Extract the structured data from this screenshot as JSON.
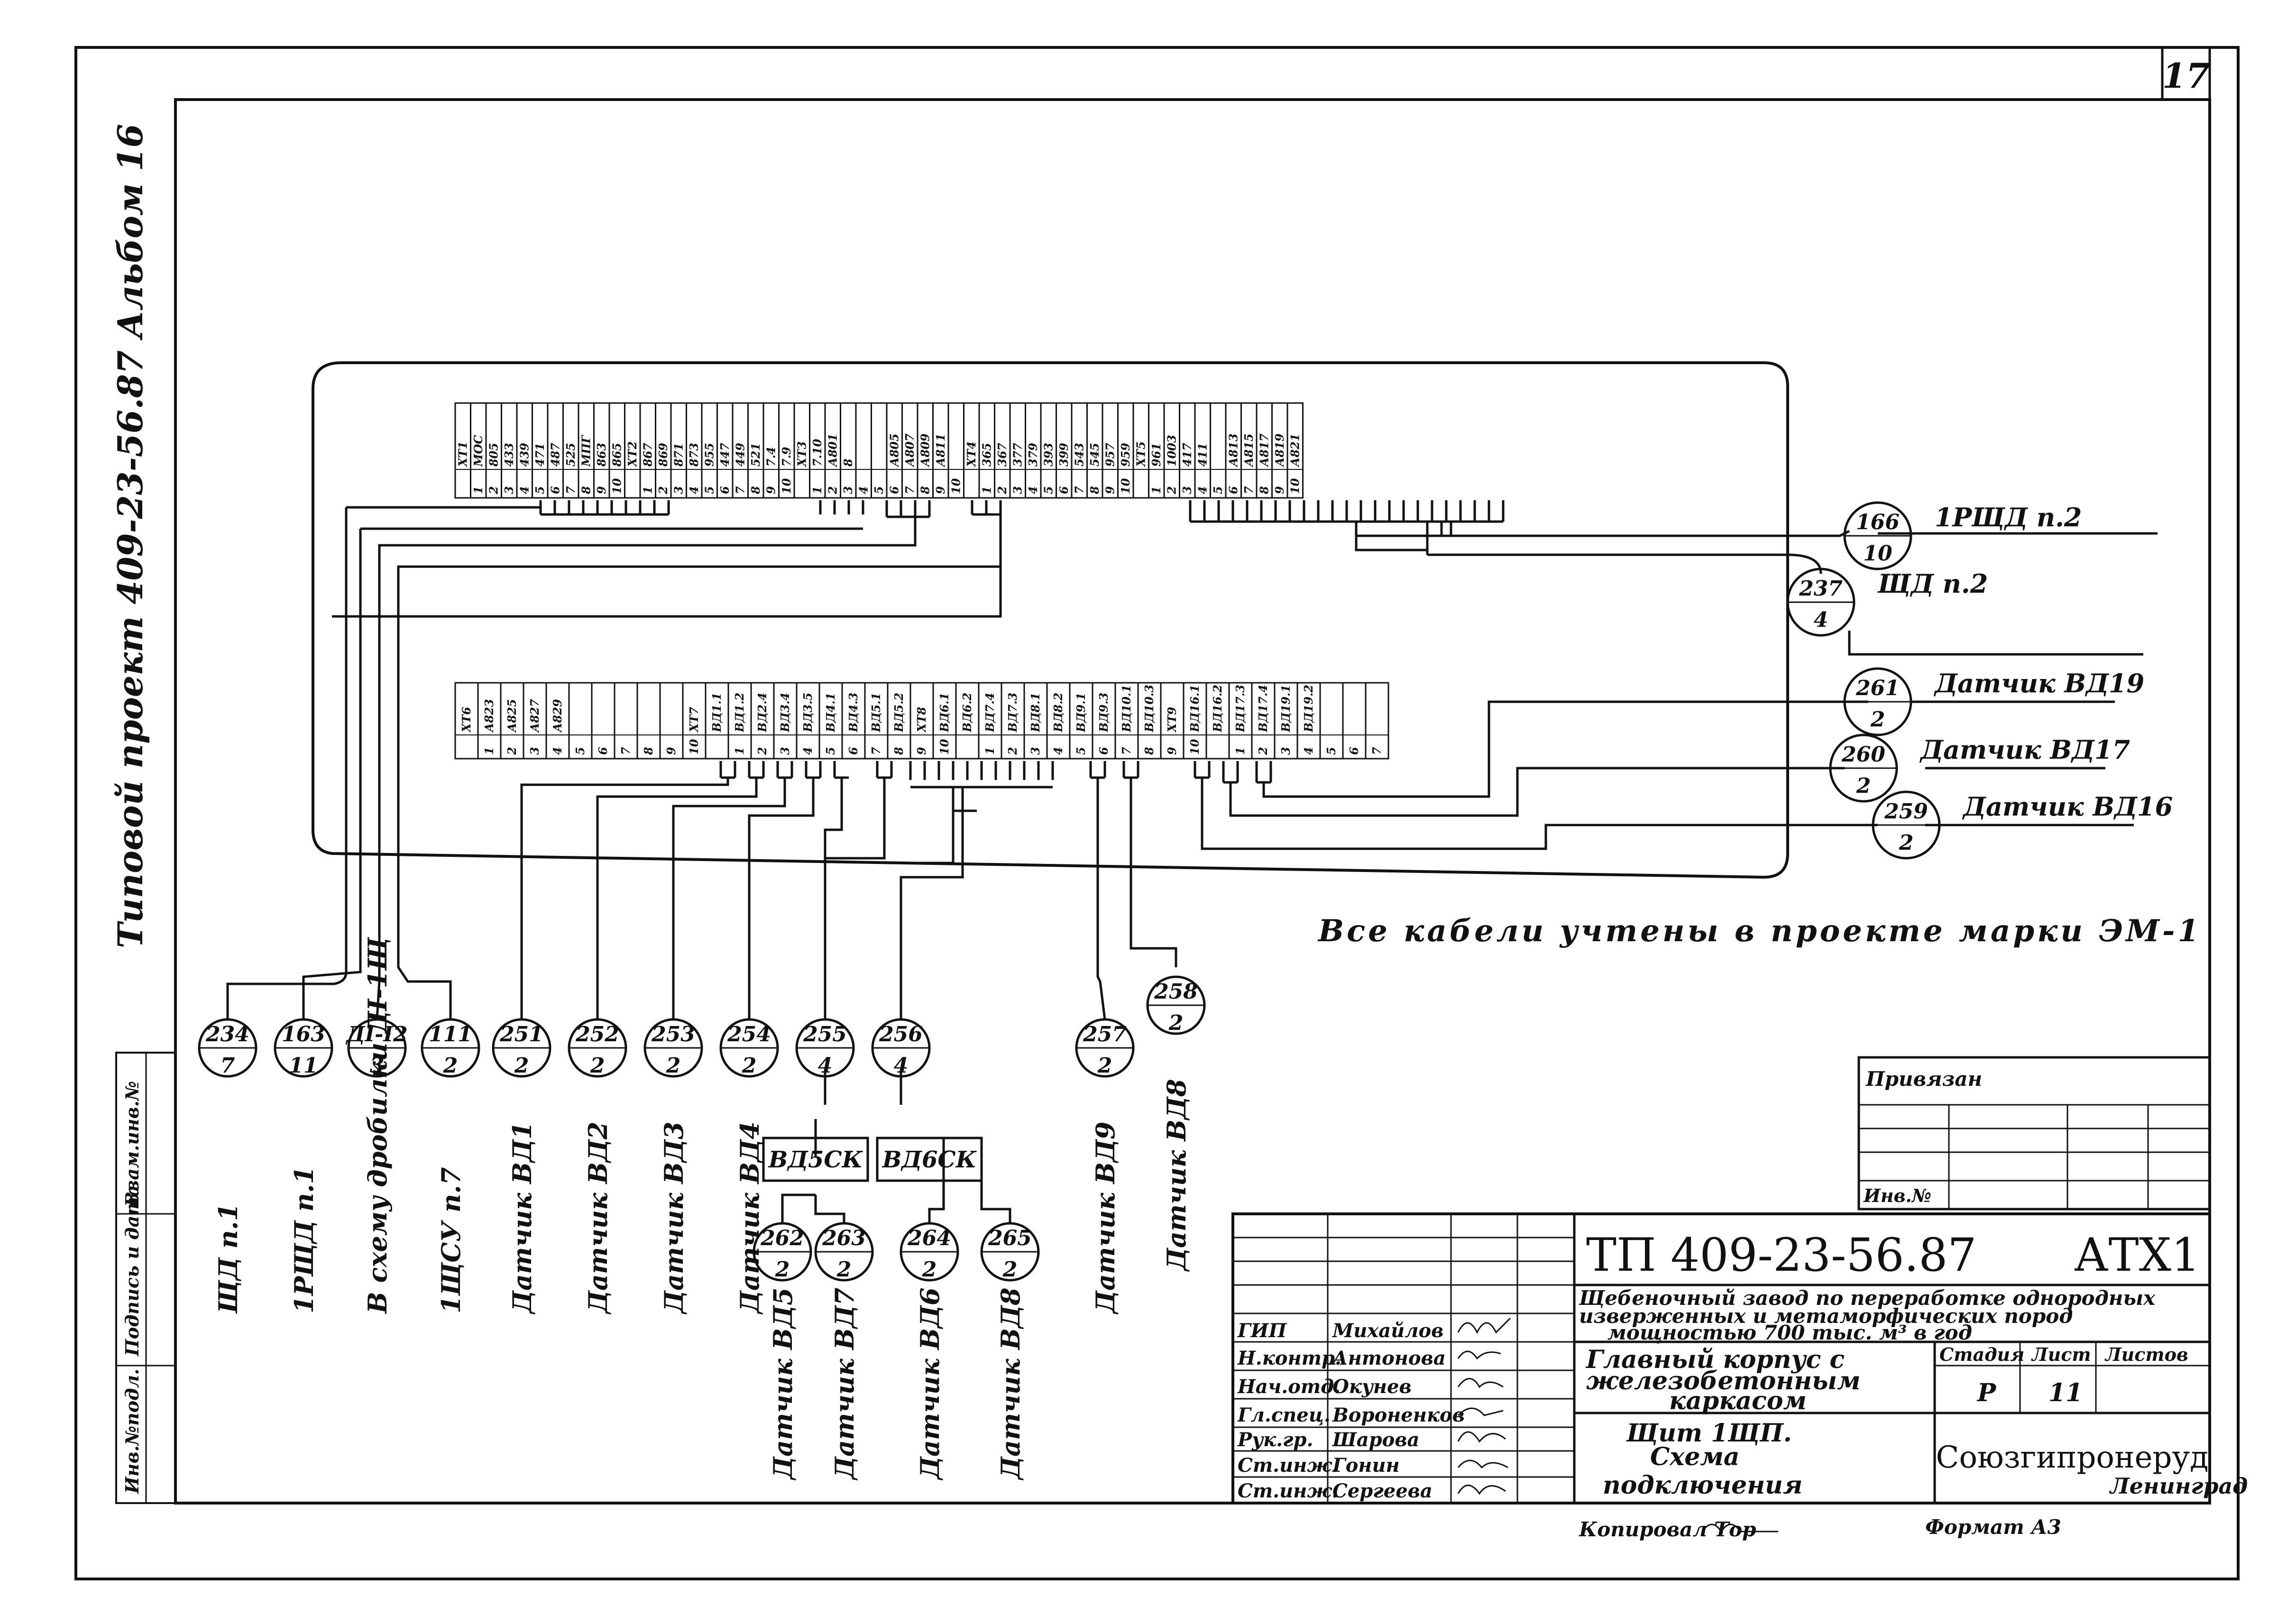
{
  "sheet_number": "17",
  "album_side_label": "Типовой проект 409-23-56.87 Альбом 16",
  "note": "Все кабели учтены в проекте марки ЭМ-1",
  "terminal_block_top": {
    "labels": [
      "ХТ1",
      "МОС",
      "805",
      "433",
      "439",
      "471",
      "487",
      "525",
      "МПГ",
      "863",
      "865",
      "ХТ2",
      "867",
      "869",
      "871",
      "873",
      "955",
      "447",
      "449",
      "521",
      "7.4",
      "7.9",
      "ХТ3",
      "7.10",
      "А801",
      "8",
      "",
      "",
      "А805",
      "А807",
      "А809",
      "А811",
      "",
      "ХТ4",
      "365",
      "367",
      "377",
      "379",
      "393",
      "399",
      "543",
      "545",
      "957",
      "959",
      "ХТ5",
      "961",
      "1003",
      "417",
      "411",
      "",
      "А813",
      "А815",
      "А817",
      "А819",
      "А821"
    ],
    "numbers": [
      "",
      "1",
      "2",
      "3",
      "4",
      "5",
      "6",
      "7",
      "8",
      "9",
      "10",
      "",
      "1",
      "2",
      "3",
      "4",
      "5",
      "6",
      "7",
      "8",
      "9",
      "10",
      "",
      "1",
      "2",
      "3",
      "4",
      "5",
      "6",
      "7",
      "8",
      "9",
      "10",
      "",
      "1",
      "2",
      "3",
      "4",
      "5",
      "6",
      "7",
      "8",
      "9",
      "10",
      "",
      "1",
      "2",
      "3",
      "4",
      "5",
      "6",
      "7",
      "8",
      "9",
      "10"
    ]
  },
  "terminal_block_bottom": {
    "labels": [
      "ХТ6",
      "А823",
      "А825",
      "А827",
      "А829",
      "",
      "",
      "",
      "",
      "",
      "ХТ7",
      "ВД1.1",
      "ВД1.2",
      "ВД2.4",
      "ВД3.4",
      "ВД3.5",
      "ВД4.1",
      "ВД4.3",
      "ВД5.1",
      "ВД5.2",
      "ХТ8",
      "ВД6.1",
      "ВД6.2",
      "ВД7.4",
      "ВД7.3",
      "ВД8.1",
      "ВД8.2",
      "ВД9.1",
      "ВД9.3",
      "ВД10.1",
      "ВД10.3",
      "ХТ9",
      "ВД16.1",
      "ВД16.2",
      "ВД17.3",
      "ВД17.4",
      "ВД19.1",
      "ВД19.2",
      "",
      "",
      ""
    ],
    "numbers": [
      "",
      "1",
      "2",
      "3",
      "4",
      "5",
      "6",
      "7",
      "8",
      "9",
      "10",
      "",
      "1",
      "2",
      "3",
      "4",
      "5",
      "6",
      "7",
      "8",
      "9",
      "10",
      "",
      "1",
      "2",
      "3",
      "4",
      "5",
      "6",
      "7",
      "8",
      "9",
      "10",
      "",
      "1",
      "2",
      "3",
      "4",
      "5",
      "6",
      "7",
      "8",
      "9",
      "10"
    ]
  },
  "cables_right": [
    {
      "num": "166",
      "cores": "10",
      "dest": "1РЩД п.2"
    },
    {
      "num": "237",
      "cores": "4",
      "dest": "ЩД п.2"
    },
    {
      "num": "261",
      "cores": "2",
      "dest": "Датчик ВД19"
    },
    {
      "num": "260",
      "cores": "2",
      "dest": "Датчик ВД17"
    },
    {
      "num": "259",
      "cores": "2",
      "dest": "Датчик ВД16"
    }
  ],
  "cables_bottom": [
    {
      "num": "234",
      "cores": "7",
      "dest": "ЩД п.1"
    },
    {
      "num": "163",
      "cores": "11",
      "dest": "1РЩД п.1"
    },
    {
      "num": "ДI-I2",
      "cores": "3",
      "dest": "В схему дробилки ДI-1Щ"
    },
    {
      "num": "111",
      "cores": "2",
      "dest": "1ЩСУ п.7"
    },
    {
      "num": "251",
      "cores": "2",
      "dest": "Датчик ВД1"
    },
    {
      "num": "252",
      "cores": "2",
      "dest": "Датчик ВД2"
    },
    {
      "num": "253",
      "cores": "2",
      "dest": "Датчик ВД3"
    },
    {
      "num": "254",
      "cores": "2",
      "dest": "Датчик ВД4"
    },
    {
      "num": "255",
      "cores": "4",
      "dest": ""
    },
    {
      "num": "256",
      "cores": "4",
      "dest": ""
    },
    {
      "num": "257",
      "cores": "2",
      "dest": "Датчик ВД9"
    },
    {
      "num": "258",
      "cores": "2",
      "dest": "Датчик ВД8"
    }
  ],
  "junction_boxes": [
    "ВД5СК",
    "ВД6СК"
  ],
  "cables_sub": [
    {
      "num": "262",
      "cores": "2",
      "dest": "Датчик ВД5"
    },
    {
      "num": "263",
      "cores": "2",
      "dest": "Датчик ВД7"
    },
    {
      "num": "264",
      "cores": "2",
      "dest": "Датчик ВД6"
    },
    {
      "num": "265",
      "cores": "2",
      "dest": "Датчик ВД8"
    }
  ],
  "left_strip": [
    "Инв.№подл.",
    "Подпись и дата",
    "Взам.инв.№"
  ],
  "binding_box": {
    "title": "Привязан",
    "inv": "Инв.№"
  },
  "title_block": {
    "code": "ТП 409-23-56.87",
    "mark": "АТХ1",
    "project_line1": "Щебеночный завод по переработке однородных",
    "project_line2": "изверженных и метаморфических пород",
    "project_line3": "мощностью 700 тыс. м³ в год",
    "building_line1": "Главный корпус с",
    "building_line2": "железобетонным",
    "building_line3": "каркасом",
    "sheet_line1": "Щит 1ЩП.",
    "sheet_line2": "Схема",
    "sheet_line3": "подключения",
    "stage_hdr": "Стадия",
    "sheet_hdr": "Лист",
    "sheets_hdr": "Листов",
    "stage": "Р",
    "sheet": "11",
    "org": "Союзгипронеруд",
    "city": "Ленинград",
    "roles": [
      "ГИП",
      "Н.контр.",
      "Нач.отд.",
      "Гл.спец.",
      "Рук.гр.",
      "Ст.инж.",
      "Ст.инж."
    ],
    "names": [
      "Михайлов",
      "Антонова",
      "Окунев",
      "Вороненков",
      "Шарова",
      "Гонин",
      "Сергеева"
    ],
    "copied": "Копировал Тор",
    "format": "Формат А3"
  }
}
